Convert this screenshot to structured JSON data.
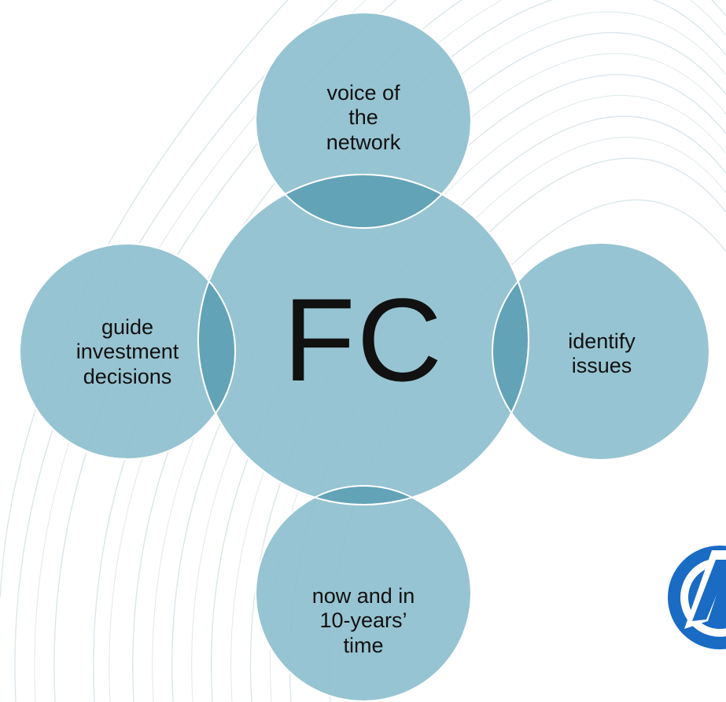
{
  "diagram": {
    "center": {
      "text": "FC"
    },
    "satellites": {
      "top": {
        "text": "voice of\nthe\nnetwork"
      },
      "right": {
        "text": "identify\nissues"
      },
      "bottom": {
        "text": "now and in\n10-years’\ntime"
      },
      "left": {
        "text": "guide\ninvestment\ndecisions"
      }
    },
    "colors": {
      "circle_fill": "#8fbfcf",
      "overlap_fill": "#5a9db3",
      "circle_stroke": "#ffffff",
      "text": "#111111",
      "logo": "#1a6bc4",
      "pattern": "#c7d8e0"
    }
  }
}
